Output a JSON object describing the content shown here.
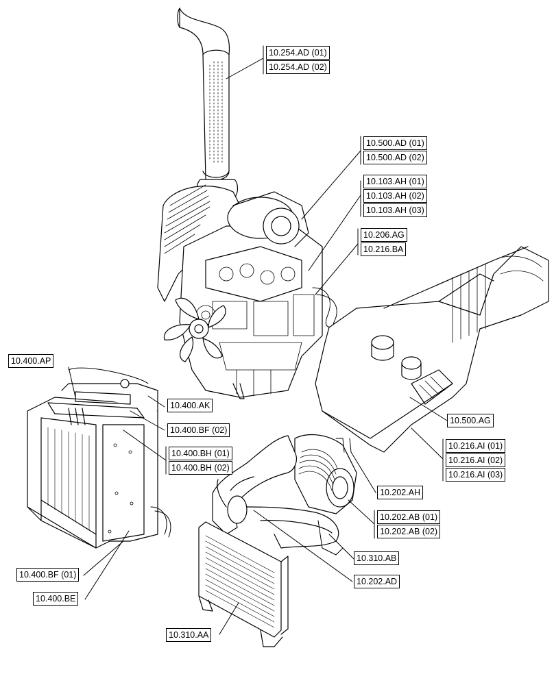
{
  "labels": {
    "muffler_1": "10.254.AD (01)",
    "muffler_2": "10.254.AD (02)",
    "aftertreat_1": "10.500.AD (01)",
    "aftertreat_2": "10.500.AD (02)",
    "engine_1": "10.103.AH (01)",
    "engine_2": "10.103.AH (02)",
    "engine_3": "10.103.AH (03)",
    "fuel_ag": "10.206.AG",
    "fuel_ba": "10.216.BA",
    "radiator_ap": "10.400.AP",
    "radiator_ak": "10.400.AK",
    "radiator_bf2": "10.400.BF (02)",
    "radiator_bh1": "10.400.BH (01)",
    "radiator_bh2": "10.400.BH (02)",
    "radiator_bf1": "10.400.BF (01)",
    "radiator_be": "10.400.BE",
    "def_tank": "10.500.AG",
    "fuel_tank_1": "10.216.AI (01)",
    "fuel_tank_2": "10.216.AI (02)",
    "fuel_tank_3": "10.216.AI (03)",
    "airfilter_ah": "10.202.AH",
    "airfilter_ab1": "10.202.AB (01)",
    "airfilter_ab2": "10.202.AB (02)",
    "cooler_ab": "10.310.AB",
    "intake_ad": "10.202.AD",
    "cooler_aa": "10.310.AA"
  }
}
